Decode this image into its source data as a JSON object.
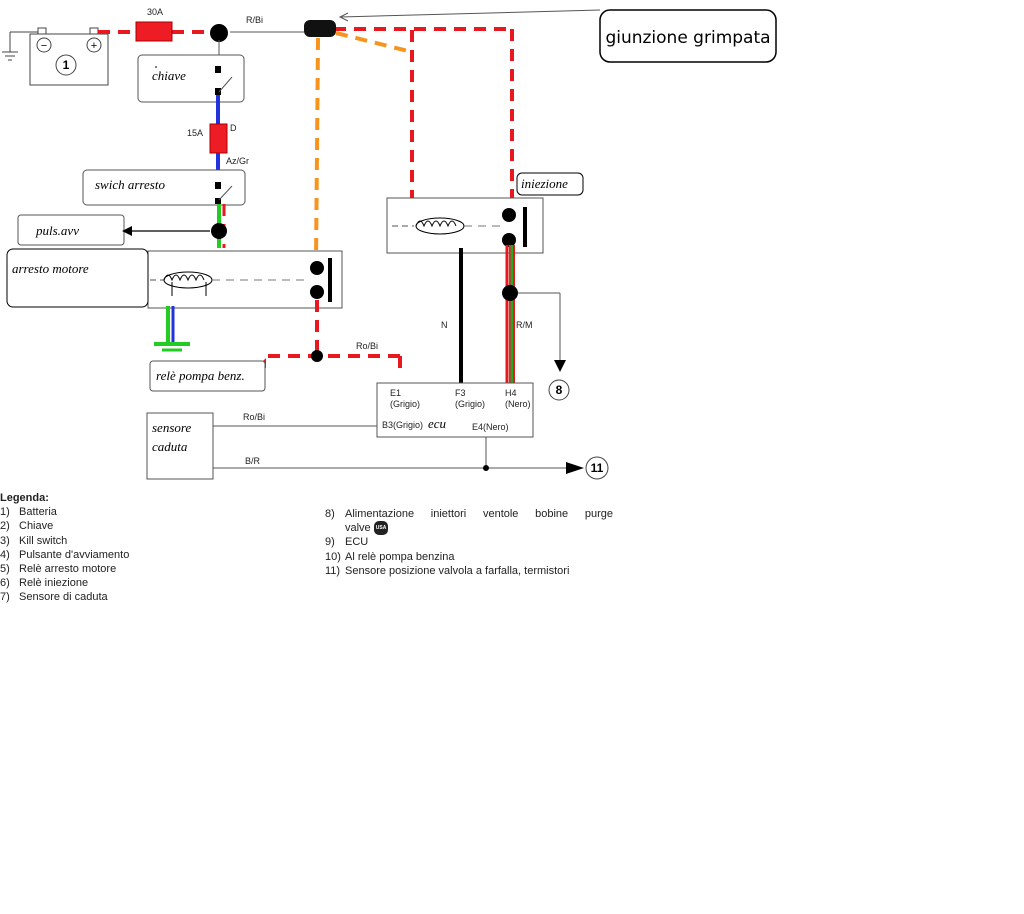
{
  "callout": {
    "label": "giunzione grimpata"
  },
  "fuses": {
    "main": "30A",
    "ignition": "15A"
  },
  "boxes": {
    "key": "chiave",
    "kill_switch": "swich arresto",
    "start_button": "puls.avv",
    "stop_relay": "arresto motore",
    "injection_relay": "iniezione",
    "pump_relay": "relè pompa benz.",
    "fall_sensor_line1": "sensore",
    "fall_sensor_line2": "caduta",
    "ecu": "ecu"
  },
  "wires": {
    "r_bi": "R/Bi",
    "d": "D",
    "az_gr": "Az/Gr",
    "ro_bi_top": "Ro/Bi",
    "n": "N",
    "r_m": "R/M",
    "ro_bi_sensor": "Ro/Bi",
    "b_r": "B/R"
  },
  "ecu_pins": {
    "e1": "E1",
    "e1_sub": "(Grigio)",
    "f3": "F3",
    "f3_sub": "(Grigio)",
    "h4": "H4",
    "h4_sub": "(Nero)",
    "b3": "B3(Grigio)",
    "e4": "E4(Nero)"
  },
  "markers": {
    "battery": "1",
    "m8": "8",
    "m11": "11"
  },
  "battery_symbols": {
    "minus": "−",
    "plus": "+"
  },
  "legend": {
    "title": "Legenda:",
    "left_items": [
      {
        "num": "1)",
        "text": "Batteria"
      },
      {
        "num": "2)",
        "text": "Chiave"
      },
      {
        "num": "3)",
        "text": "Kill switch"
      },
      {
        "num": "4)",
        "text": "Pulsante d'avviamento"
      },
      {
        "num": "5)",
        "text": "Relè arresto motore"
      },
      {
        "num": "6)",
        "text": "Relè iniezione"
      },
      {
        "num": "7)",
        "text": "Sensore di caduta"
      }
    ],
    "right_items": [
      {
        "num": "8)",
        "text_line1": "Alimentazione iniettori ventole bobine purge",
        "text_line2": "valve",
        "badge": "USA"
      },
      {
        "num": "9)",
        "text": "ECU"
      },
      {
        "num": "10)",
        "text": "Al relè pompa benzina"
      },
      {
        "num": "11)",
        "text": "Sensore posizione valvola a farfalla, termistori"
      }
    ]
  },
  "colors": {
    "dashed_red": "#e8191e",
    "dashed_orange": "#f7941d",
    "fuse_red": "#ee1c24",
    "wire_blue": "#2233dd",
    "wire_green": "#22cc22",
    "wire_black": "#000000"
  }
}
